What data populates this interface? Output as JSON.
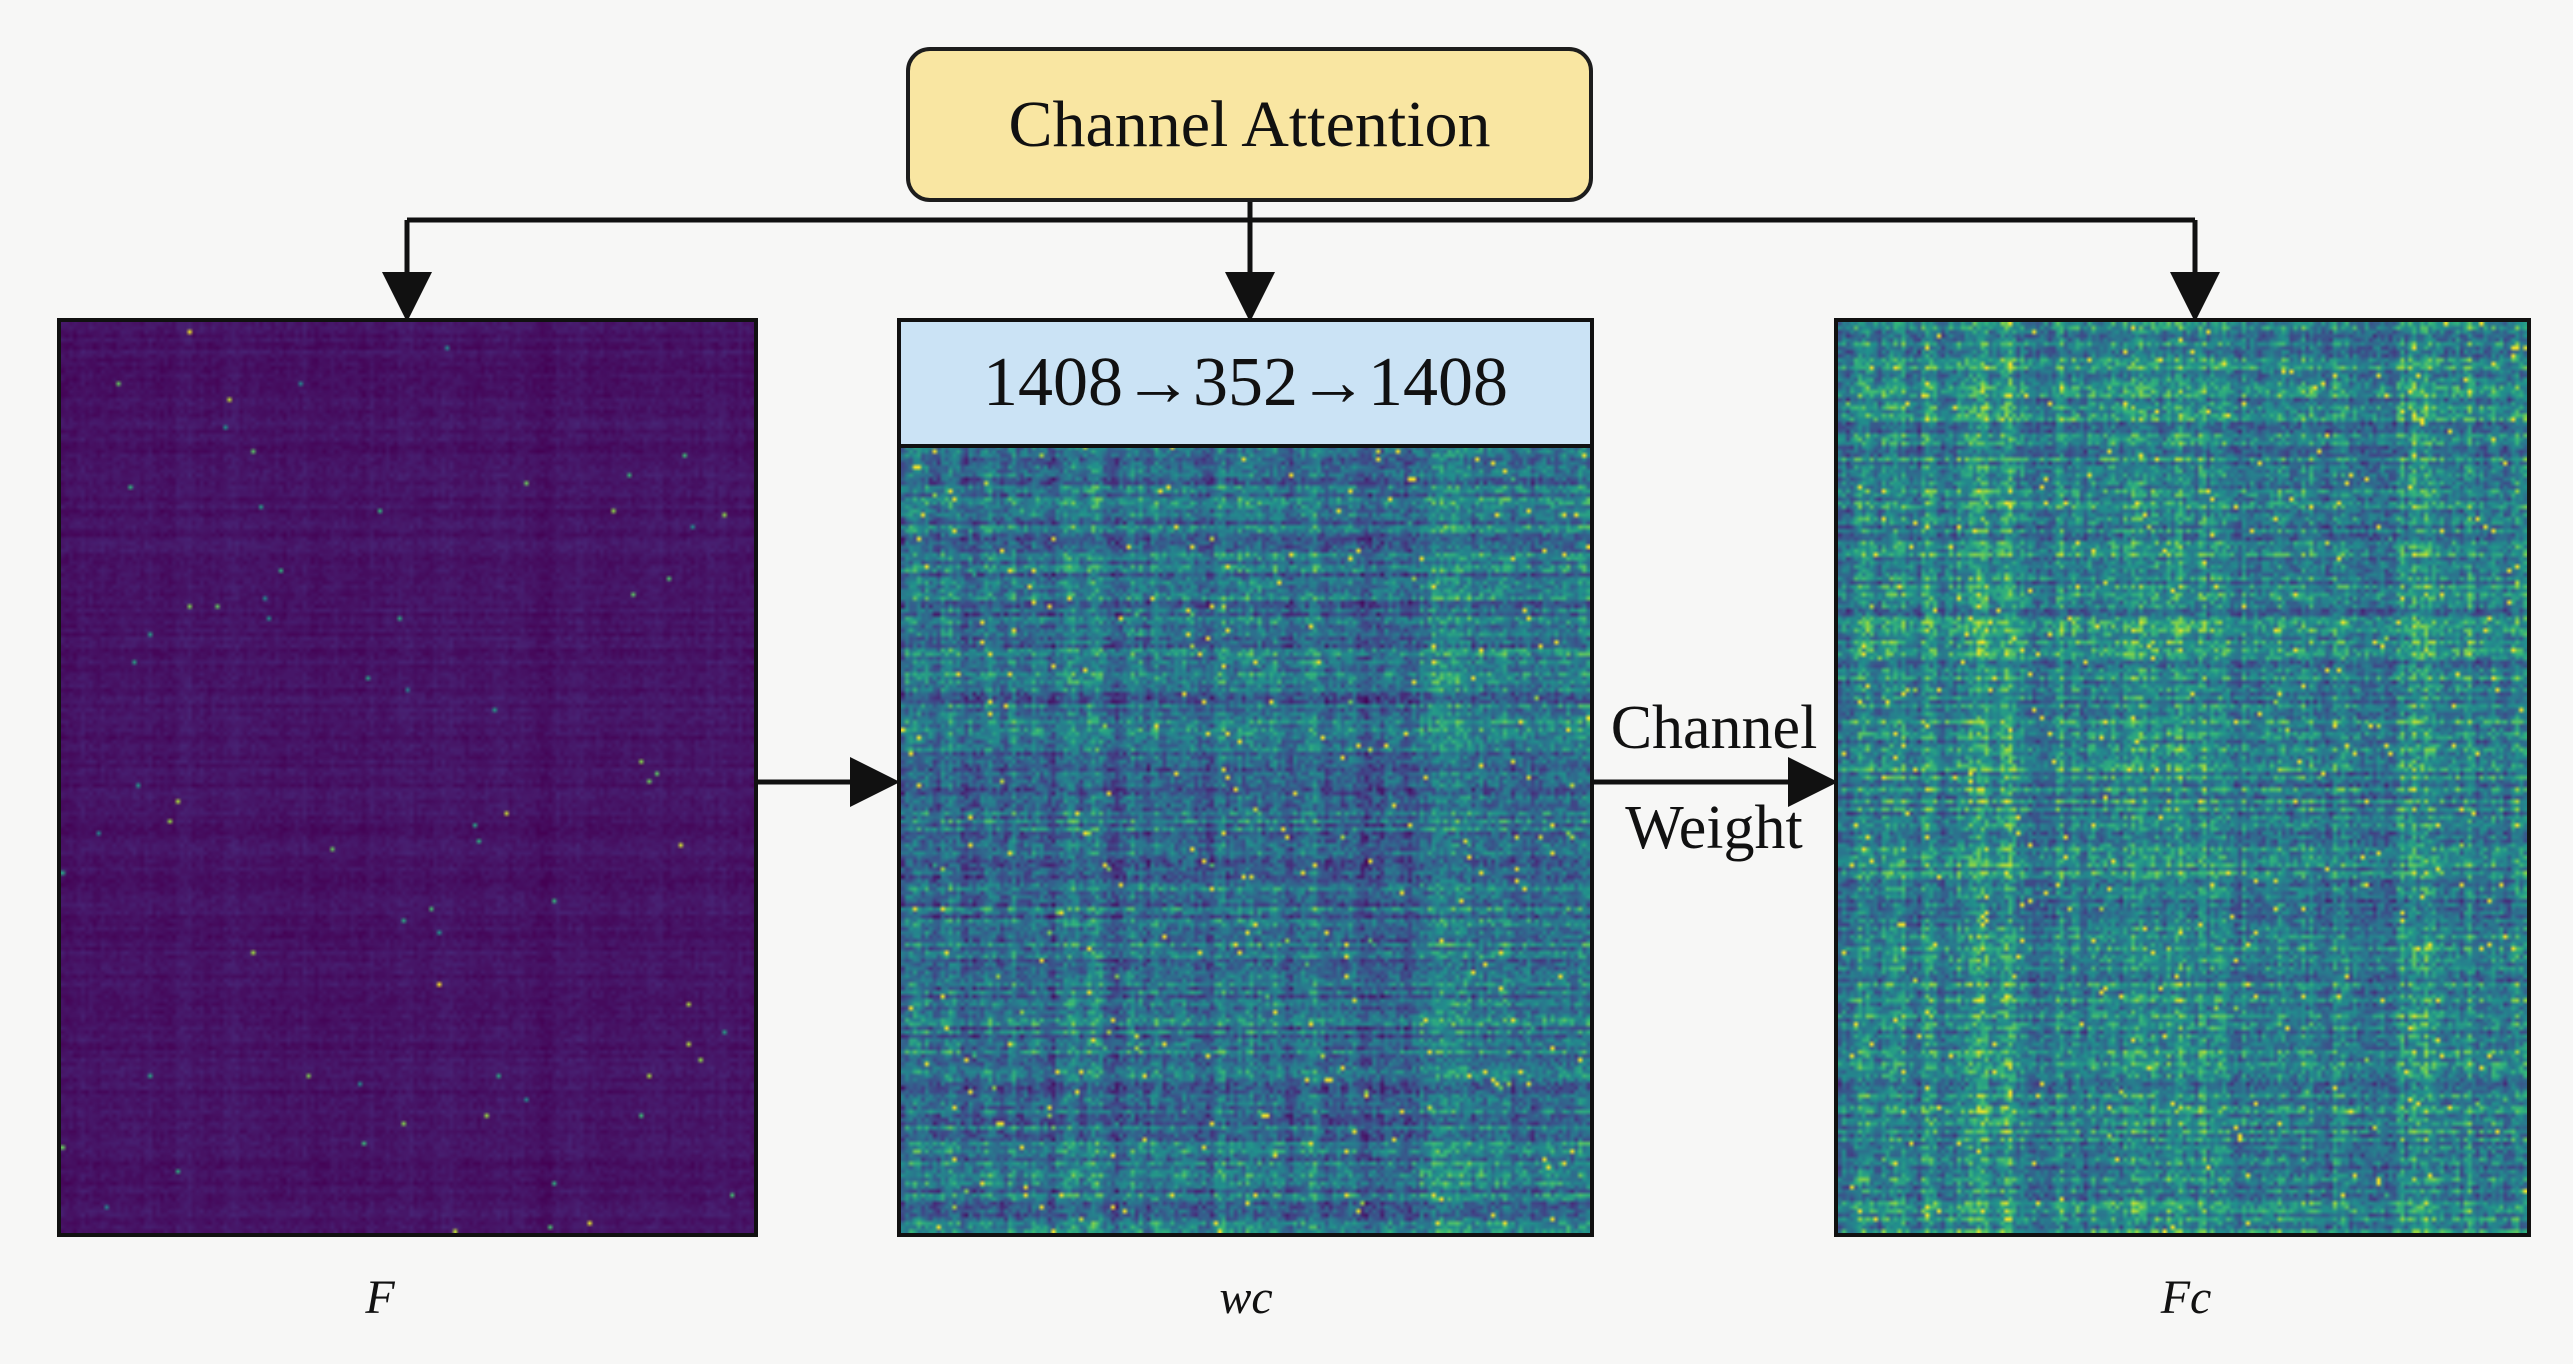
{
  "title": "Channel Attention",
  "dims_label": "1408→352→1408",
  "channel_weight": {
    "line1": "Channel",
    "line2": "Weight"
  },
  "captions": {
    "f": "F",
    "wc": "wc",
    "fc": "Fc"
  },
  "heatmaps": [
    {
      "id": "f",
      "colormap": "viridis",
      "intensity": "low"
    },
    {
      "id": "wc",
      "colormap": "viridis",
      "intensity": "medium"
    },
    {
      "id": "fc",
      "colormap": "viridis",
      "intensity": "high"
    }
  ],
  "colors": {
    "title_fill": "#f9e6a2",
    "dims_fill": "#cbe3f5",
    "viridis_dark": "#440154",
    "viridis_mid": "#21918c",
    "viridis_bright": "#fde725"
  }
}
